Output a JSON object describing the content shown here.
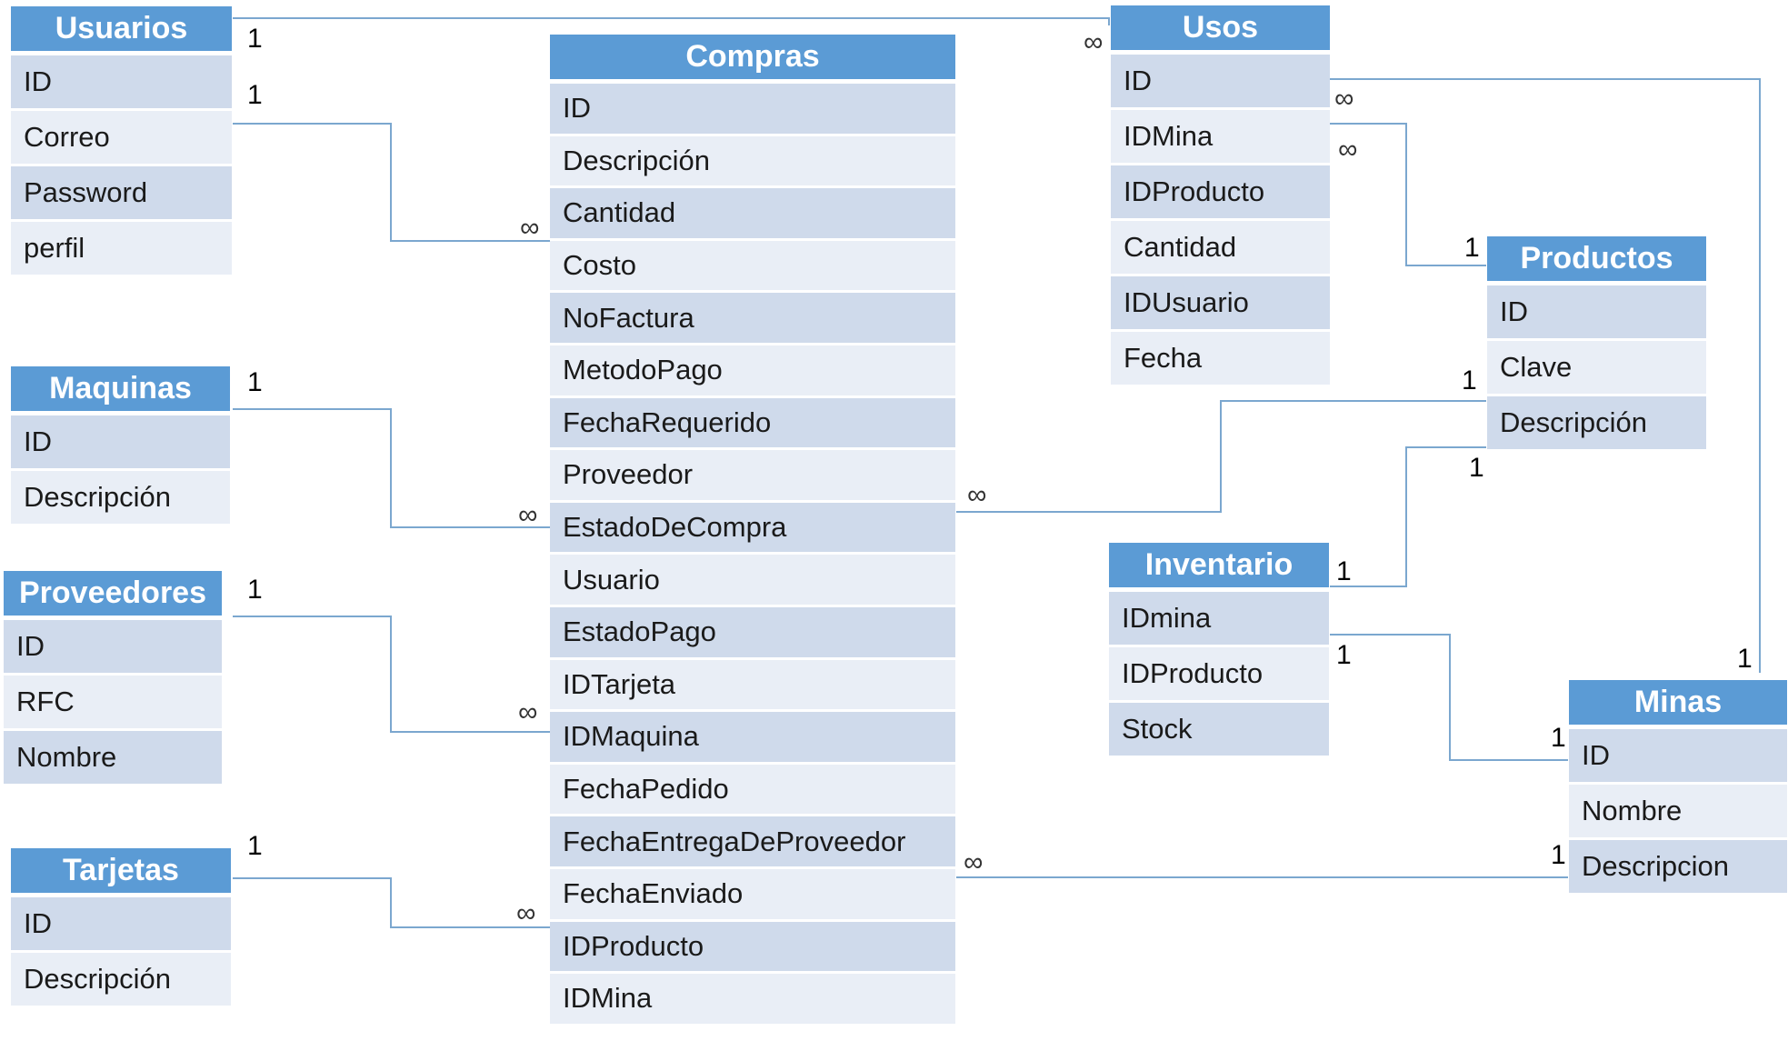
{
  "entities": {
    "usuarios": {
      "title": "Usuarios",
      "fields": [
        "ID",
        "Correo",
        "Password",
        "perfil"
      ]
    },
    "maquinas": {
      "title": "Maquinas",
      "fields": [
        "ID",
        "Descripción"
      ]
    },
    "proveedores": {
      "title": "Proveedores",
      "fields": [
        "ID",
        "RFC",
        "Nombre"
      ]
    },
    "tarjetas": {
      "title": "Tarjetas",
      "fields": [
        "ID",
        "Descripción"
      ]
    },
    "compras": {
      "title": "Compras",
      "fields": [
        "ID",
        "Descripción",
        "Cantidad",
        "Costo",
        "NoFactura",
        "MetodoPago",
        "FechaRequerido",
        "Proveedor",
        "EstadoDeCompra",
        "Usuario",
        "EstadoPago",
        "IDTarjeta",
        "IDMaquina",
        "FechaPedido",
        "FechaEntregaDeProveedor",
        "FechaEnviado",
        "IDProducto",
        "IDMina"
      ]
    },
    "usos": {
      "title": "Usos",
      "fields": [
        "ID",
        "IDMina",
        "IDProducto",
        "Cantidad",
        "IDUsuario",
        "Fecha"
      ]
    },
    "productos": {
      "title": "Productos",
      "fields": [
        "ID",
        "Clave",
        "Descripción"
      ]
    },
    "inventario": {
      "title": "Inventario",
      "fields": [
        "IDmina",
        "IDProducto",
        "Stock"
      ]
    },
    "minas": {
      "title": "Minas",
      "fields": [
        "ID",
        "Nombre",
        "Descripcion"
      ]
    }
  },
  "cardinality": {
    "one": "1",
    "many": "∞"
  },
  "colors": {
    "header": "#5b9bd5",
    "row_dark": "#cfdaeb",
    "row_light": "#e9eef6",
    "connector": "#7ba7cf"
  }
}
